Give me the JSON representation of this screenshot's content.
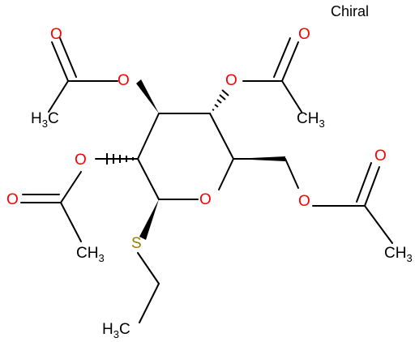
{
  "annotation": {
    "chiral": "Chiral"
  },
  "atoms": {
    "O": "O",
    "S": "S",
    "H": "H",
    "C": "C",
    "sub3": "3"
  },
  "colors": {
    "bond": "#000000",
    "oxygen": "#ff0000",
    "sulfur": "#9a7a00",
    "carbon": "#000000"
  }
}
